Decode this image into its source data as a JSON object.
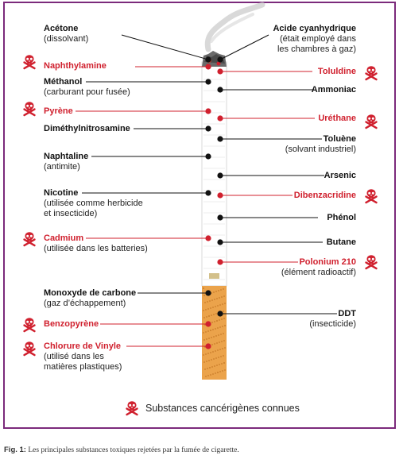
{
  "colors": {
    "frame": "#7b2a7b",
    "carcinogen": "#d0202e",
    "normal": "#111111",
    "filter": "#e9a24a",
    "paper": "#ffffff"
  },
  "substances": [
    {
      "id": "acetone",
      "name": "Acétone",
      "desc": "(dissolvant)",
      "carcinogen": false
    },
    {
      "id": "naphthylamine",
      "name": "Naphthylamine",
      "desc": "",
      "carcinogen": true
    },
    {
      "id": "methanol",
      "name": "Méthanol",
      "desc": "(carburant pour fusée)",
      "carcinogen": false
    },
    {
      "id": "pyrene",
      "name": "Pyrène",
      "desc": "",
      "carcinogen": true
    },
    {
      "id": "dimethylnitrosamine",
      "name": "Diméthylnitrosamine",
      "desc": "",
      "carcinogen": false
    },
    {
      "id": "naphtaline",
      "name": "Naphtaline",
      "desc": "(antimite)",
      "carcinogen": false
    },
    {
      "id": "nicotine",
      "name": "Nicotine",
      "desc": "(utilisée comme herbicide\net insecticide)",
      "carcinogen": false
    },
    {
      "id": "cadmium",
      "name": "Cadmium",
      "desc": "(utilisée dans les batteries)",
      "carcinogen": true
    },
    {
      "id": "monoxyde",
      "name": "Monoxyde de carbone",
      "desc": "(gaz d’échappement)",
      "carcinogen": false
    },
    {
      "id": "benzopyrene",
      "name": "Benzopyrène",
      "desc": "",
      "carcinogen": true
    },
    {
      "id": "chlorure",
      "name": "Chlorure de Vinyle",
      "desc": "(utilisé dans les\nmatières plastiques)",
      "carcinogen": true
    },
    {
      "id": "acide",
      "name": "Acide cyanhydrique",
      "desc": "(était employé dans\nles chambres à gaz)",
      "carcinogen": false
    },
    {
      "id": "toluidine",
      "name": "Toluldine",
      "desc": "",
      "carcinogen": true
    },
    {
      "id": "ammoniac",
      "name": "Ammoniac",
      "desc": "",
      "carcinogen": false
    },
    {
      "id": "urethane",
      "name": "Uréthane",
      "desc": "",
      "carcinogen": true
    },
    {
      "id": "toluene",
      "name": "Toluène",
      "desc": "(solvant industriel)",
      "carcinogen": false
    },
    {
      "id": "arsenic",
      "name": "Arsenic",
      "desc": "",
      "carcinogen": false
    },
    {
      "id": "dibenzacridine",
      "name": "Dibenzacridine",
      "desc": "",
      "carcinogen": true
    },
    {
      "id": "phenol",
      "name": "Phénol",
      "desc": "",
      "carcinogen": false
    },
    {
      "id": "butane",
      "name": "Butane",
      "desc": "",
      "carcinogen": false
    },
    {
      "id": "polonium",
      "name": "Polonium 210",
      "desc": "(élément radioactif)",
      "carcinogen": true
    },
    {
      "id": "ddt",
      "name": "DDT",
      "desc": "(insecticide)",
      "carcinogen": false
    }
  ],
  "legend": {
    "icon": "skull-crossbones-icon",
    "text": "Substances cancérigènes connues"
  },
  "caption": {
    "label": "Fig. 1:",
    "text": "Les principales substances toxiques rejetées par la fumée de cigarette."
  }
}
